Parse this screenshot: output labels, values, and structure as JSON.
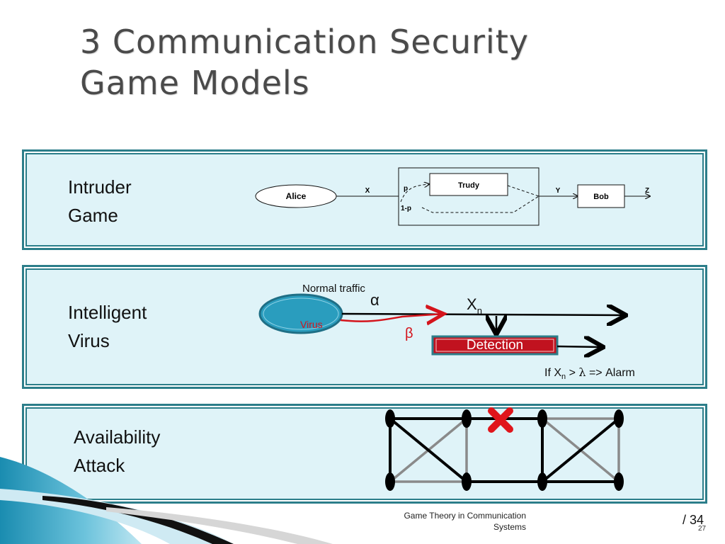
{
  "slide": {
    "title_line1": "3 Communication Security",
    "title_line2": "Game Models"
  },
  "intruder": {
    "label_line1": "Intruder",
    "label_line2": "Game",
    "alice": "Alice",
    "x": "X",
    "p": "p",
    "one_minus_p": "1-p",
    "trudy": "Trudy",
    "y": "Y",
    "bob": "Bob",
    "z": "Z"
  },
  "virus": {
    "label_line1": "Intelligent",
    "label_line2": "Virus",
    "normal_traffic": "Normal traffic",
    "virus": "Virus",
    "alpha": "α",
    "beta": "β",
    "xn_base": "X",
    "xn_sub": "n",
    "detection": "Detection",
    "alarm_if": "If X",
    "alarm_sub": "n",
    "alarm_gt": " > ",
    "alarm_lambda": "λ",
    "alarm_rest": " => Alarm"
  },
  "availability": {
    "label_line1": "Availability",
    "label_line2": "Attack"
  },
  "footer": {
    "line1": "Game Theory in Communication",
    "line2": "Systems",
    "page_total": "/ 34",
    "page_num": "27"
  },
  "colors": {
    "panel_bg": "#dff3f8",
    "panel_border": "#2c7e8a",
    "virus_blob": "#2a9dbe",
    "detection_red": "#c1121f",
    "red_x": "#e0151b"
  }
}
